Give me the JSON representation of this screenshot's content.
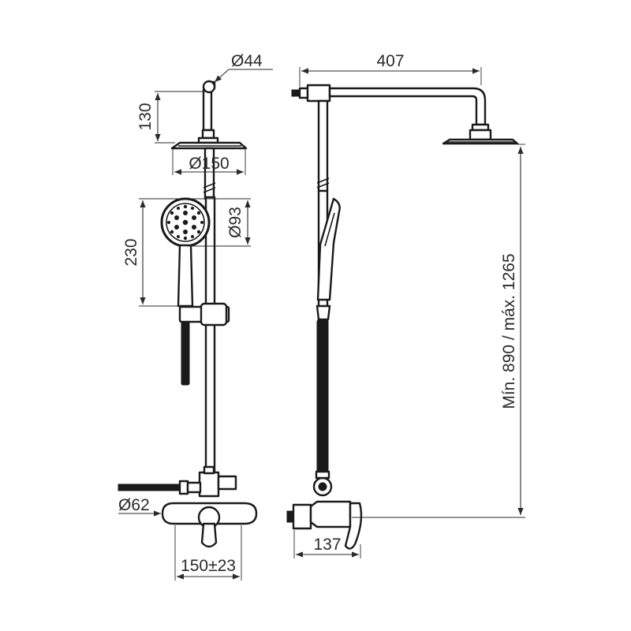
{
  "dimensions": {
    "front_arm_diameter": "Ø44",
    "front_arm_height": "130",
    "head_diameter": "Ø150",
    "hand_head_diameter": "Ø93",
    "hand_shower_length": "230",
    "inlet_diameter": "Ø62",
    "inlet_spacing": "150±23",
    "side_arm_reach": "407",
    "height_range": "Mín. 890 / máx. 1265",
    "mixer_depth": "137"
  },
  "colors": {
    "line": "#1a1a1a",
    "dimension": "#2a2a2a",
    "background": "#ffffff"
  }
}
